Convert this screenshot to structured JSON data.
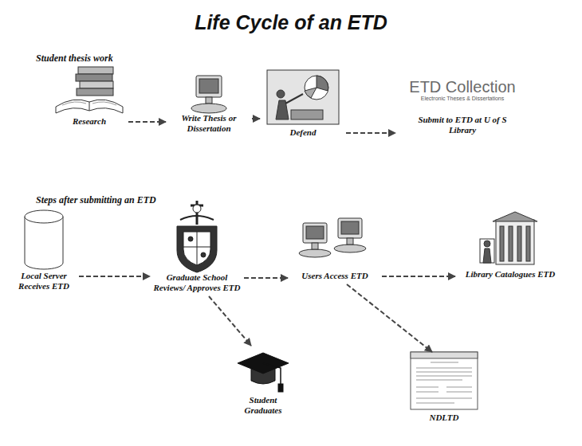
{
  "diagram": {
    "title": "Life Cycle of an ETD",
    "nodes": [
      {
        "text": [
          "Research"
        ]
      },
      {
        "text": [
          "Write Thesis or Dissertation"
        ]
      },
      {
        "text": [
          "Defend"
        ]
      },
      {
        "text": [
          "ETD Collection",
          "Electronic Theses & Dissertations",
          "Submit to ETD at U of S Library"
        ]
      },
      {
        "text": [
          "Local Server Receives ETD"
        ]
      },
      {
        "text": [
          "Graduate School Reviews/ Approves ETD"
        ]
      },
      {
        "text": [
          "Users Access ETD"
        ]
      },
      {
        "text": [
          "Library Catalogues ETD"
        ]
      },
      {
        "text": [
          "Student Graduates"
        ]
      },
      {
        "text": [
          "NDLTD"
        ]
      }
    ],
    "edges": [
      {
        "from": 0,
        "to": 1,
        "arrow": "to"
      },
      {
        "from": 1,
        "to": 2,
        "arrow": "to"
      },
      {
        "from": 2,
        "to": 3,
        "arrow": "to"
      },
      {
        "from": 4,
        "to": 5,
        "arrow": "to"
      },
      {
        "from": 5,
        "to": 6,
        "arrow": "to"
      },
      {
        "from": 6,
        "to": 7,
        "arrow": "to"
      },
      {
        "from": 5,
        "to": 8,
        "arrow": "to"
      },
      {
        "from": 6,
        "to": 9,
        "arrow": "to"
      }
    ],
    "labels": [
      "Student thesis work",
      "Steps after submitting an ETD"
    ]
  }
}
